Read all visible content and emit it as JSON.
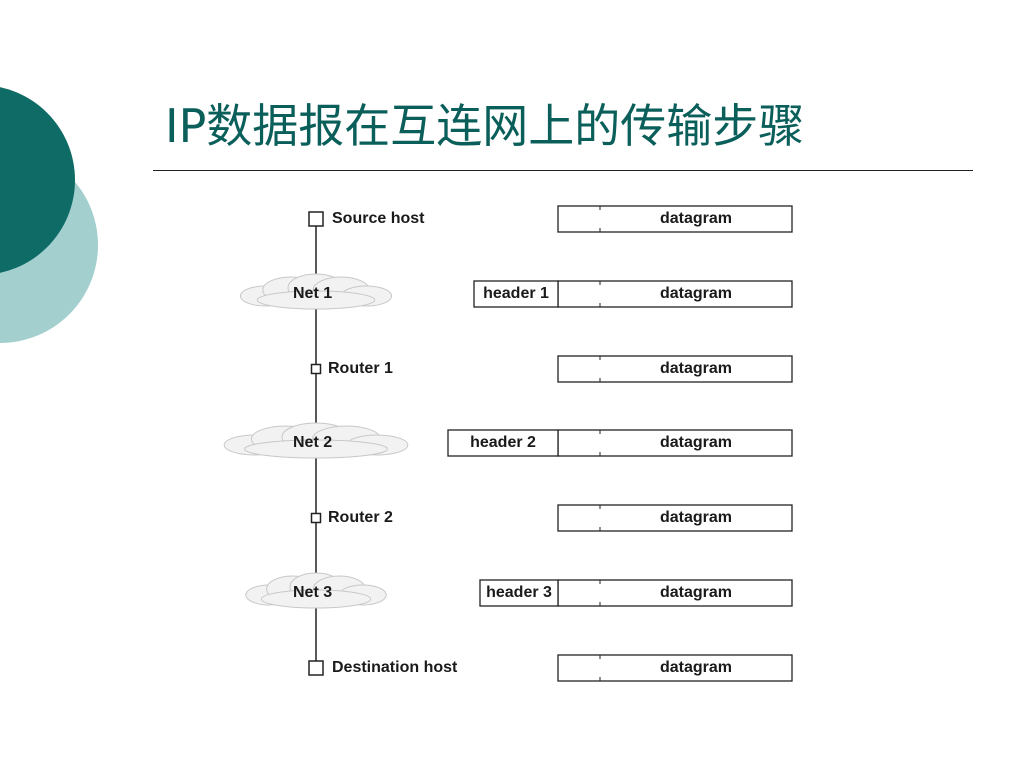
{
  "slide": {
    "title": "IP数据报在互连网上的传输步骤",
    "accent_dark": "#0f6b66",
    "accent_light": "#a3cfcf"
  },
  "diagram": {
    "rows": [
      {
        "kind": "host",
        "label": "Source host",
        "header": "",
        "payload": "datagram"
      },
      {
        "kind": "net",
        "label": "Net 1",
        "header": "header 1",
        "payload": "datagram"
      },
      {
        "kind": "router",
        "label": "Router 1",
        "header": "",
        "payload": "datagram"
      },
      {
        "kind": "net",
        "label": "Net 2",
        "header": "header 2",
        "payload": "datagram"
      },
      {
        "kind": "router",
        "label": "Router 2",
        "header": "",
        "payload": "datagram"
      },
      {
        "kind": "net",
        "label": "Net 3",
        "header": "header 3",
        "payload": "datagram"
      },
      {
        "kind": "host",
        "label": "Destination host",
        "header": "",
        "payload": "datagram"
      }
    ]
  }
}
